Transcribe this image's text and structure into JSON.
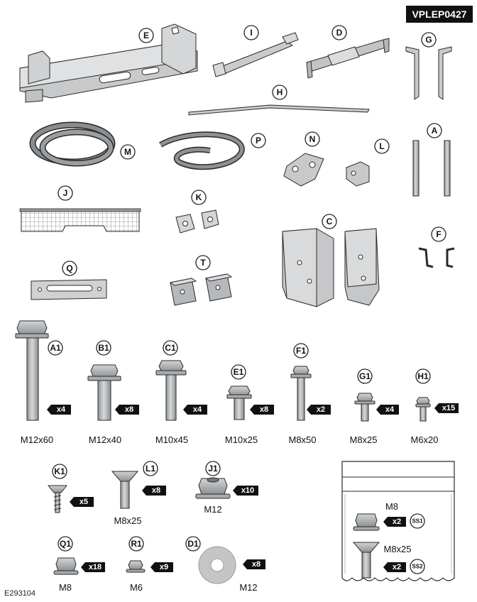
{
  "reference_code": "VPLEP0427",
  "figure_id": "E293104",
  "components": [
    {
      "id": "E"
    },
    {
      "id": "I"
    },
    {
      "id": "D"
    },
    {
      "id": "G"
    },
    {
      "id": "H"
    },
    {
      "id": "M"
    },
    {
      "id": "P"
    },
    {
      "id": "N"
    },
    {
      "id": "L"
    },
    {
      "id": "A"
    },
    {
      "id": "J"
    },
    {
      "id": "K"
    },
    {
      "id": "C"
    },
    {
      "id": "F"
    },
    {
      "id": "Q"
    },
    {
      "id": "T"
    }
  ],
  "fasteners_row1": [
    {
      "id": "A1",
      "qty": "x4",
      "size": "M12x60"
    },
    {
      "id": "B1",
      "qty": "x8",
      "size": "M12x40"
    },
    {
      "id": "C1",
      "qty": "x4",
      "size": "M10x45"
    },
    {
      "id": "E1",
      "qty": "x8",
      "size": "M10x25"
    },
    {
      "id": "F1",
      "qty": "x2",
      "size": "M8x50"
    },
    {
      "id": "G1",
      "qty": "x4",
      "size": "M8x25"
    },
    {
      "id": "H1",
      "qty": "x15",
      "size": "M6x20"
    }
  ],
  "fasteners_row2": [
    {
      "id": "K1",
      "qty": "x5",
      "size": ""
    },
    {
      "id": "L1",
      "qty": "x8",
      "size": "M8x25"
    },
    {
      "id": "J1",
      "qty": "x10",
      "size": "M12"
    }
  ],
  "fasteners_row3": [
    {
      "id": "Q1",
      "qty": "x18",
      "size": "M8"
    },
    {
      "id": "R1",
      "qty": "x9",
      "size": "M6"
    },
    {
      "id": "D1",
      "qty": "x8",
      "size": "M12"
    }
  ],
  "bag": {
    "items": [
      {
        "id": "SS1",
        "qty": "x2",
        "size": "M8"
      },
      {
        "id": "SS2",
        "qty": "x2",
        "size": "M8x25"
      }
    ]
  },
  "colors": {
    "metal": "#b9bcbe",
    "metal_dark": "#7d8184",
    "outline": "#2a2a2a",
    "badge_bg": "#111111"
  }
}
